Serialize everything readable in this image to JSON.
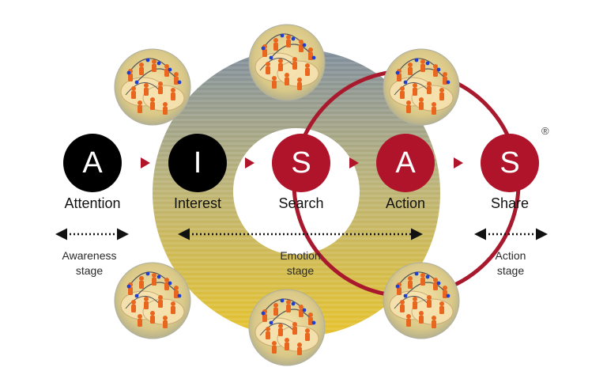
{
  "steps": [
    {
      "letter": "A",
      "label": "Attention",
      "color": "#000000"
    },
    {
      "letter": "I",
      "label": "Interest",
      "color": "#000000"
    },
    {
      "letter": "S",
      "label": "Search",
      "color": "#b0142a"
    },
    {
      "letter": "A",
      "label": "Action",
      "color": "#b0142a"
    },
    {
      "letter": "S",
      "label": "Share",
      "color": "#b0142a"
    }
  ],
  "registered_mark": "®",
  "stages": {
    "awareness": {
      "line1": "Awareness",
      "line2": "stage"
    },
    "emotion": {
      "line1": "Emotion",
      "line2": "stage"
    },
    "action": {
      "line1": "Action",
      "line2": "stage"
    }
  },
  "colors": {
    "ring_outer": "#e3c030",
    "ring_inner": "#8c98a4",
    "loop": "#a8192e",
    "arrow": "#b0142a",
    "crowd_figure": "#e8661e",
    "crowd_node": "#1f3fd0"
  },
  "crowd_icons": [
    "top-left",
    "top-center",
    "top-right",
    "bottom-left",
    "bottom-center",
    "bottom-right"
  ]
}
